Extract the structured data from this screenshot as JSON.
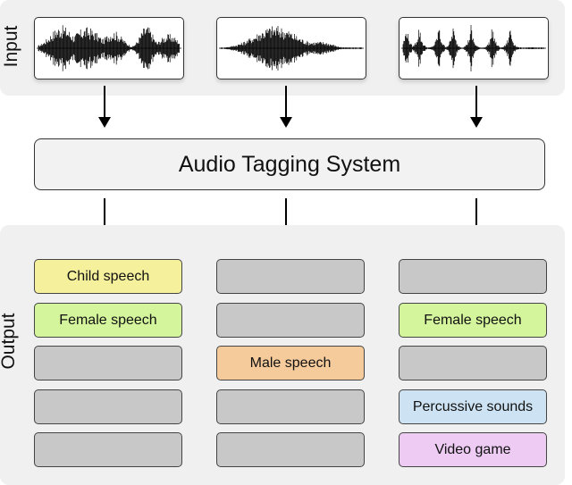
{
  "input": {
    "label": "Input",
    "clips": [
      {
        "name": "audio-clip-1",
        "pattern": "speech-bursts"
      },
      {
        "name": "audio-clip-2",
        "pattern": "single-swell"
      },
      {
        "name": "audio-clip-3",
        "pattern": "rhythmic-hits"
      }
    ]
  },
  "system": {
    "label": "Audio Tagging System"
  },
  "output": {
    "label": "Output",
    "columns": [
      {
        "tags": [
          {
            "label": "Child speech",
            "color": "#f5f09c"
          },
          {
            "label": "Female speech",
            "color": "#d4f59c"
          },
          {
            "label": "",
            "color": "#c8c8c8"
          },
          {
            "label": "",
            "color": "#c8c8c8"
          },
          {
            "label": "",
            "color": "#c8c8c8"
          }
        ]
      },
      {
        "tags": [
          {
            "label": "",
            "color": "#c8c8c8"
          },
          {
            "label": "",
            "color": "#c8c8c8"
          },
          {
            "label": "Male speech",
            "color": "#f5cb9c"
          },
          {
            "label": "",
            "color": "#c8c8c8"
          },
          {
            "label": "",
            "color": "#c8c8c8"
          }
        ]
      },
      {
        "tags": [
          {
            "label": "",
            "color": "#c8c8c8"
          },
          {
            "label": "Female speech",
            "color": "#d4f59c"
          },
          {
            "label": "",
            "color": "#c8c8c8"
          },
          {
            "label": "Percussive sounds",
            "color": "#cde3f3"
          },
          {
            "label": "Video game",
            "color": "#edcbf3"
          }
        ]
      }
    ]
  }
}
